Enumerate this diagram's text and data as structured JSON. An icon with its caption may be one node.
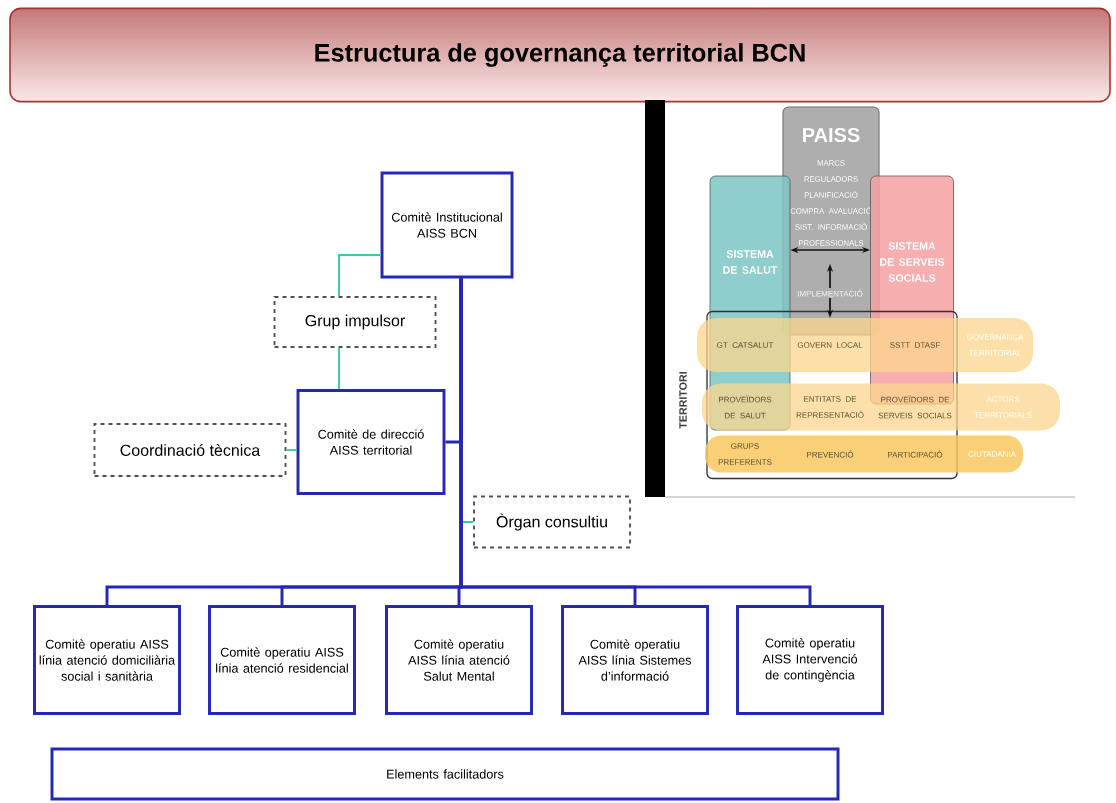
{
  "diagram": {
    "title": "Estructura de governança territorial BCN",
    "nodes": [
      {
        "text": [
          "Comitè Institucional AISS BCN"
        ]
      },
      {
        "text": [
          "Grup impulsor"
        ]
      },
      {
        "text": [
          "Comitè de direcció AISS territorial"
        ]
      },
      {
        "text": [
          "Coordinació tècnica"
        ]
      },
      {
        "text": [
          "Òrgan consultiu"
        ]
      },
      {
        "text": [
          "Comitè operatiu AISS línia atenció domiciliària social i sanitària"
        ]
      },
      {
        "text": [
          "Comitè operatiu AISS línia atenció residencial"
        ]
      },
      {
        "text": [
          "Comitè operatiu AISS línia atenció Salut Mental"
        ]
      },
      {
        "text": [
          "Comitè operatiu AISS línia Sistemes d’informació"
        ]
      },
      {
        "text": [
          "Comitè operatiu AISS Intervenció de contingència"
        ]
      },
      {
        "text": [
          "Elements facilitadors"
        ]
      },
      {
        "text": [
          "PAISS",
          "MARCS REGULADORS PLANIFICACIÓ COMPRA AVALUACIÓ SIST. INFORMACIÓ PROFESSIONALS"
        ]
      },
      {
        "text": [
          "SISTEMA DE SALUT"
        ]
      },
      {
        "text": [
          "SISTEMA DE SERVEIS SOCIALS"
        ]
      },
      {
        "text": [
          "IMPLEMENTACIÓ"
        ],
        "in": 11
      },
      {
        "text": [
          "TERRITORI"
        ]
      },
      {
        "text": [
          "GT CATSALUT",
          "GOVERN LOCAL",
          "SSTT DTASF",
          "GOVERNANÇA TERRITORIAL"
        ]
      },
      {
        "text": [
          "PROVEÏDORS DE SALUT",
          "ENTITATS DE REPRESENTACIÓ",
          "PROVEÏDORS DE SERVEIS SOCIALS",
          "ACTORS TERRITORIALS"
        ]
      },
      {
        "text": [
          "GRUPS PREFERENTS",
          "PREVENCIÓ",
          "PARTICIPACIÓ",
          "CIUTADANIA"
        ]
      }
    ],
    "edges": [
      {
        "from": 0,
        "to": 1,
        "arrow": "none",
        "color": "#33ccaa"
      },
      {
        "from": 1,
        "to": 2,
        "arrow": "none",
        "color": "#33ccaa"
      },
      {
        "from": 2,
        "to": 3,
        "arrow": "none",
        "color": "#33ccaa"
      },
      {
        "from": 0,
        "to": 4,
        "arrow": "none",
        "color": "#33ccaa"
      },
      {
        "from": 0,
        "to": 2,
        "arrow": "none"
      },
      {
        "from": 0,
        "to": 5,
        "arrow": "none"
      },
      {
        "from": 0,
        "to": 6,
        "arrow": "none"
      },
      {
        "from": 0,
        "to": 7,
        "arrow": "none"
      },
      {
        "from": 0,
        "to": 8,
        "arrow": "none"
      },
      {
        "from": 0,
        "to": 9,
        "arrow": "none"
      },
      {
        "from": 12,
        "to": 13,
        "arrow": "both",
        "color": "#111111"
      },
      {
        "from": 14,
        "to": null,
        "arrow": "to",
        "color": "#111111"
      },
      {
        "from": 14,
        "to": 16,
        "arrow": "to",
        "color": "#111111"
      }
    ]
  }
}
